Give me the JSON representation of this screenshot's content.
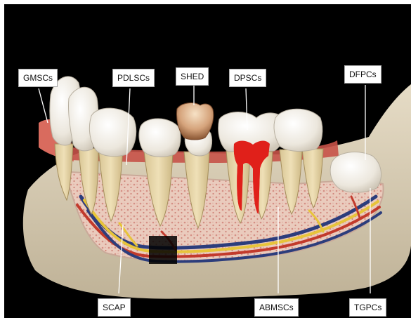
{
  "labels": {
    "gmscs": "GMSCs",
    "pdlscs": "PDLSCs",
    "shed": "SHED",
    "dpscs": "DPSCs",
    "dfpcs": "DFPCs",
    "scap": "SCAP",
    "abmscs": "ABMSCs",
    "tgpcs": "TGPCs"
  },
  "colors": {
    "background": "#000000",
    "bone": "#d9cdb6",
    "gingiva": "#d96b5e",
    "root": "#e3d2a4",
    "enamel": "#f1ede5",
    "pulp": "#e0201a",
    "artery": "#c23a2c",
    "vein": "#2c3d7c",
    "nerve": "#e7c43a"
  }
}
